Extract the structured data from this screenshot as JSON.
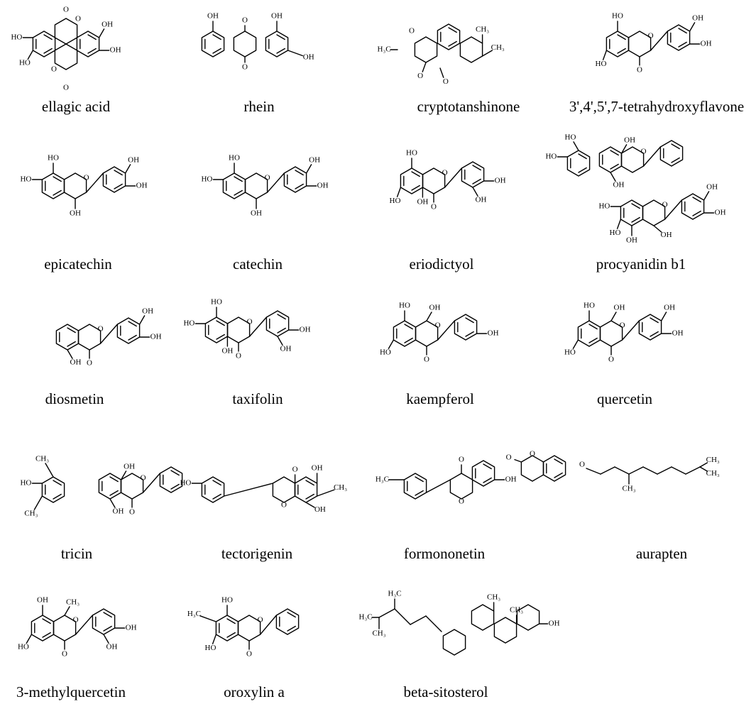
{
  "figure": {
    "compounds": [
      {
        "name": "ellagic acid"
      },
      {
        "name": "rhein"
      },
      {
        "name": "cryptotanshinone"
      },
      {
        "name": "3',4',5',7-tetrahydroxyflavone"
      },
      {
        "name": "epicatechin"
      },
      {
        "name": "catechin"
      },
      {
        "name": "eriodictyol"
      },
      {
        "name": "procyanidin b1"
      },
      {
        "name": "diosmetin"
      },
      {
        "name": "taxifolin"
      },
      {
        "name": "kaempferol"
      },
      {
        "name": "quercetin"
      },
      {
        "name": "tricin"
      },
      {
        "name": "tectorigenin"
      },
      {
        "name": "formononetin"
      },
      {
        "name": "aurapten"
      },
      {
        "name": "3-methylquercetin"
      },
      {
        "name": "oroxylin a"
      },
      {
        "name": "beta-sitosterol"
      }
    ],
    "atom_labels": {
      "O": "O",
      "OH": "OH",
      "HO": "HO",
      "H3C": "H₃C",
      "CH3": "CH₃",
      "COOH": "OH"
    }
  }
}
